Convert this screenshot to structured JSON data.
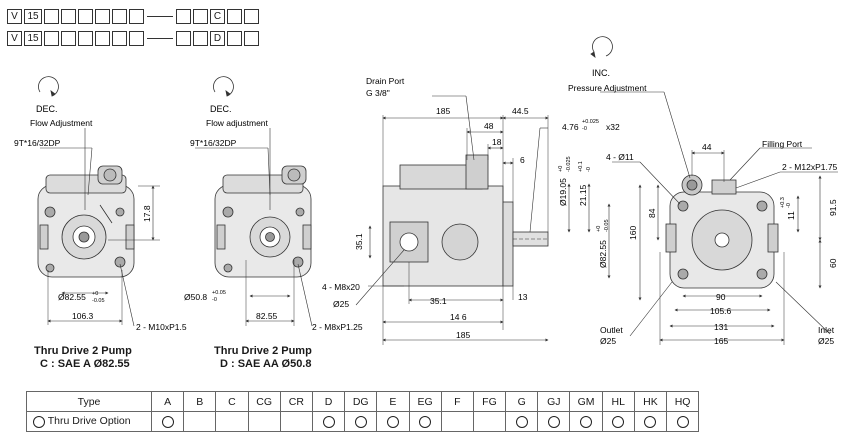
{
  "model_codes": [
    {
      "prefix": "V",
      "size": "15",
      "letter": "C"
    },
    {
      "prefix": "V",
      "size": "15",
      "letter": "D"
    }
  ],
  "views": {
    "left": {
      "rotation": "DEC.",
      "adjust": "Flow Adjustment",
      "spline": "9T*16/32DP",
      "dims": {
        "height": "17.8",
        "pilot": "Ø82.55",
        "pilot_tol_upper": "+0",
        "pilot_tol_lower": "-0.05",
        "bolt": "106.3",
        "thread": "2 - M10xP1.5"
      },
      "caption_line1": "Thru Drive 2 Pump",
      "caption_line2": "C : SAE A Ø82.55"
    },
    "middle": {
      "rotation": "DEC.",
      "adjust": "Flow adjustment",
      "spline": "9T*16/32DP",
      "dims": {
        "pilot": "Ø50.8",
        "pilot_tol_upper": "+0.05",
        "pilot_tol_lower": "-0",
        "bolt": "82.55",
        "thread": "2 - M8xP1.25"
      },
      "caption_line1": "Thru Drive 2 Pump",
      "caption_line2": "D : SAE AA Ø50.8"
    },
    "side": {
      "drain_port": "Drain Port",
      "drain_size": "G 3/8\"",
      "dims": {
        "d185_top": "185",
        "d44_5": "44.5",
        "d48": "48",
        "d18": "18",
        "d6": "6",
        "key": "4.76",
        "key_tol_upper": "+0.025",
        "key_tol_lower": "-0",
        "key_len": "x32",
        "shaft": "Ø19.05",
        "shaft_tol_upper": "+0",
        "shaft_tol_lower": "-0.025",
        "shaft_h": "21.15",
        "shaft_h_tol_upper": "+0.1",
        "shaft_h_tol_lower": "-0",
        "pilot": "Ø82.55",
        "pilot_tol_upper": "+0",
        "pilot_tol_lower": "-0.05",
        "d35_1_v": "35.1",
        "thread": "4 - M8x20",
        "port": "Ø25",
        "d35_1_h": "35.1",
        "d146": "14 6",
        "d13": "13",
        "d185_bottom": "185"
      }
    },
    "right": {
      "rotation": "INC.",
      "adjust": "Pressure Adjustment",
      "holes": "4 - Ø11",
      "filling": "Filling Port",
      "fill_thread": "2 - M12xP1.75",
      "dims": {
        "d44": "44",
        "d160": "160",
        "d84": "84",
        "d91_5": "91.5",
        "d11": "11",
        "d11_tol_upper": "+0.3",
        "d11_tol_lower": "-0",
        "d60": "60",
        "d90": "90",
        "d105_6": "105.6",
        "d131": "131",
        "d165": "165"
      },
      "outlet": "Outlet",
      "outlet_size": "Ø25",
      "inlet": "Inlet",
      "inlet_size": "Ø25"
    }
  },
  "option_table": {
    "header_label": "Type",
    "row_label": "Thru Drive Option",
    "columns": [
      "A",
      "B",
      "C",
      "CG",
      "CR",
      "D",
      "DG",
      "E",
      "EG",
      "F",
      "FG",
      "G",
      "GJ",
      "GM",
      "HL",
      "HK",
      "HQ"
    ],
    "available": [
      true,
      false,
      false,
      false,
      false,
      true,
      true,
      true,
      true,
      false,
      false,
      true,
      true,
      true,
      true,
      true,
      true
    ]
  }
}
